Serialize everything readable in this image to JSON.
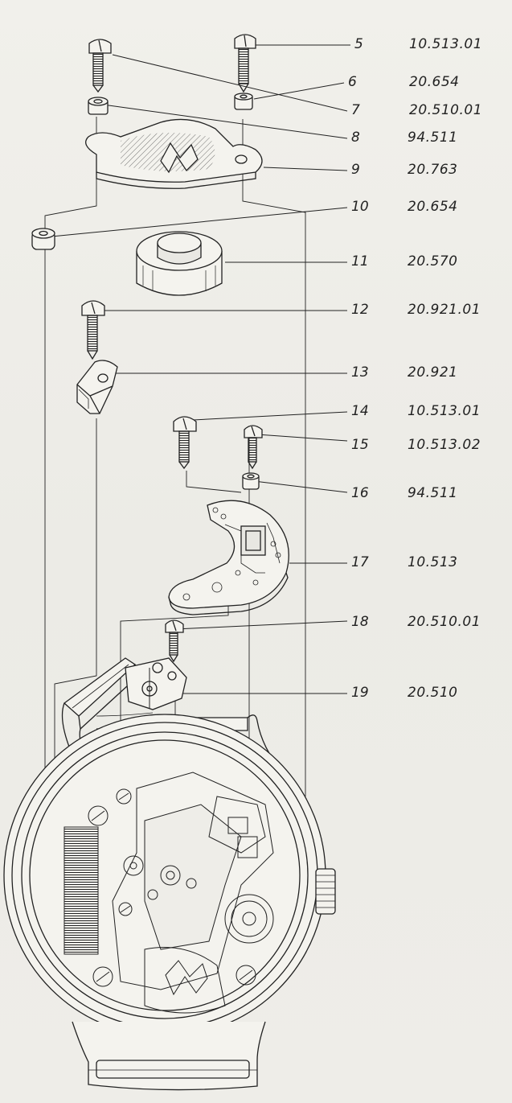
{
  "parts": [
    {
      "num": "5",
      "code": "10.513.01"
    },
    {
      "num": "6",
      "code": "20.654"
    },
    {
      "num": "7",
      "code": "20.510.01"
    },
    {
      "num": "8",
      "code": "94.511"
    },
    {
      "num": "9",
      "code": "20.763"
    },
    {
      "num": "10",
      "code": "20.654"
    },
    {
      "num": "11",
      "code": "20.570"
    },
    {
      "num": "12",
      "code": "20.921.01"
    },
    {
      "num": "13",
      "code": "20.921"
    },
    {
      "num": "14",
      "code": "10.513.01"
    },
    {
      "num": "15",
      "code": "10.513.02"
    },
    {
      "num": "16",
      "code": "94.511"
    },
    {
      "num": "17",
      "code": "10.513"
    },
    {
      "num": "18",
      "code": "20.510.01"
    },
    {
      "num": "19",
      "code": "20.510"
    }
  ],
  "colors": {
    "ink": "#222222",
    "paper": "#efeee9"
  }
}
